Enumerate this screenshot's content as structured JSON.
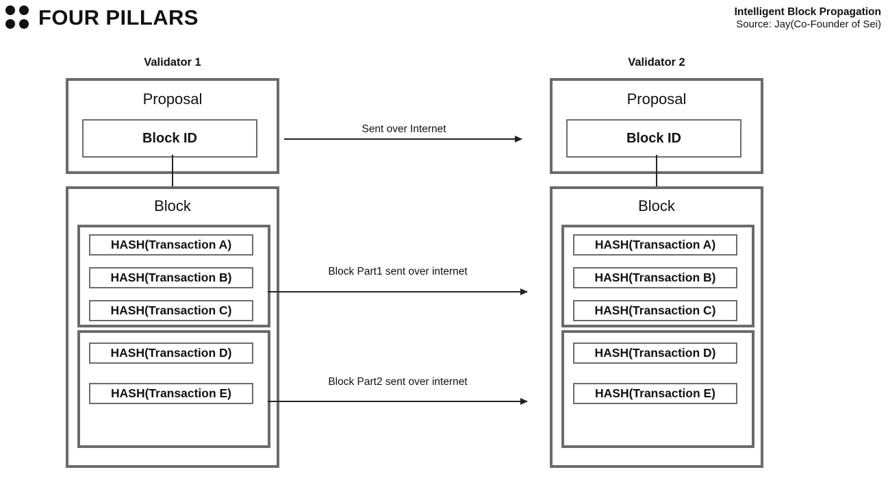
{
  "brand": {
    "name": "FOUR PILLARS",
    "mark_icon": "four-dots-logo-icon"
  },
  "header": {
    "title": "Intelligent Block Propagation",
    "source": "Source: Jay(Co-Founder of Sei)"
  },
  "validators": [
    {
      "id": "validator-1",
      "title": "Validator 1",
      "proposal": {
        "label": "Proposal",
        "block_id": "Block ID"
      },
      "block": {
        "label": "Block",
        "parts": [
          {
            "name": "part-1",
            "items": [
              "HASH(Transaction A)",
              "HASH(Transaction B)",
              "HASH(Transaction C)"
            ]
          },
          {
            "name": "part-2",
            "items": [
              "HASH(Transaction D)",
              "HASH(Transaction E)"
            ]
          }
        ]
      }
    },
    {
      "id": "validator-2",
      "title": "Validator 2",
      "proposal": {
        "label": "Proposal",
        "block_id": "Block ID"
      },
      "block": {
        "label": "Block",
        "parts": [
          {
            "name": "part-1",
            "items": [
              "HASH(Transaction A)",
              "HASH(Transaction B)",
              "HASH(Transaction C)"
            ]
          },
          {
            "name": "part-2",
            "items": [
              "HASH(Transaction D)",
              "HASH(Transaction E)"
            ]
          }
        ]
      }
    }
  ],
  "arrows": [
    {
      "name": "proposal-arrow",
      "label": "Sent over Internet"
    },
    {
      "name": "part1-arrow",
      "label": "Block Part1 sent over internet"
    },
    {
      "name": "part2-arrow",
      "label": "Block Part2 sent over internet"
    }
  ],
  "colors": {
    "border": "#6b6b6b",
    "arrow": "#222222",
    "text": "#111111",
    "background": "#ffffff"
  }
}
